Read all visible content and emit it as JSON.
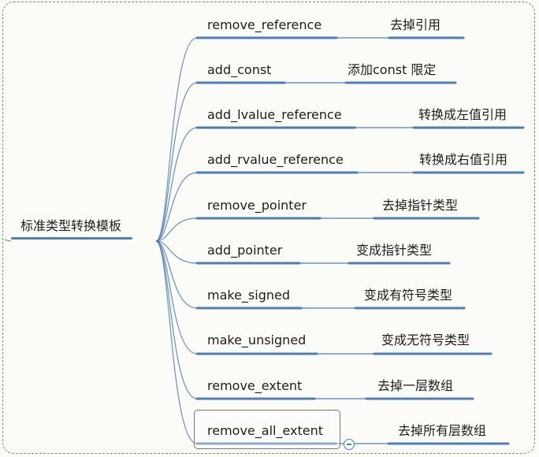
{
  "root": {
    "label": "标准类型转换模板"
  },
  "branches": [
    {
      "name": "remove_reference",
      "desc": "去掉引用"
    },
    {
      "name": "add_const",
      "desc": "添加const 限定"
    },
    {
      "name": "add_lvalue_reference",
      "desc": "转换成左值引用"
    },
    {
      "name": "add_rvalue_reference",
      "desc": "转换成右值引用"
    },
    {
      "name": "remove_pointer",
      "desc": "去掉指针类型"
    },
    {
      "name": "add_pointer",
      "desc": "变成指针类型"
    },
    {
      "name": "make_signed",
      "desc": "变成有符号类型"
    },
    {
      "name": "make_unsigned",
      "desc": "变成无符号类型"
    },
    {
      "name": "remove_extent",
      "desc": "去掉一层数组"
    },
    {
      "name": "remove_all_extent",
      "desc": "去掉所有层数组"
    }
  ],
  "selected_index": 9,
  "colors": {
    "link": "#4f7db5",
    "text": "#1d1d1d",
    "frame": "#7d8f6a"
  },
  "icons": {
    "collapse": "collapse-minus-icon"
  }
}
